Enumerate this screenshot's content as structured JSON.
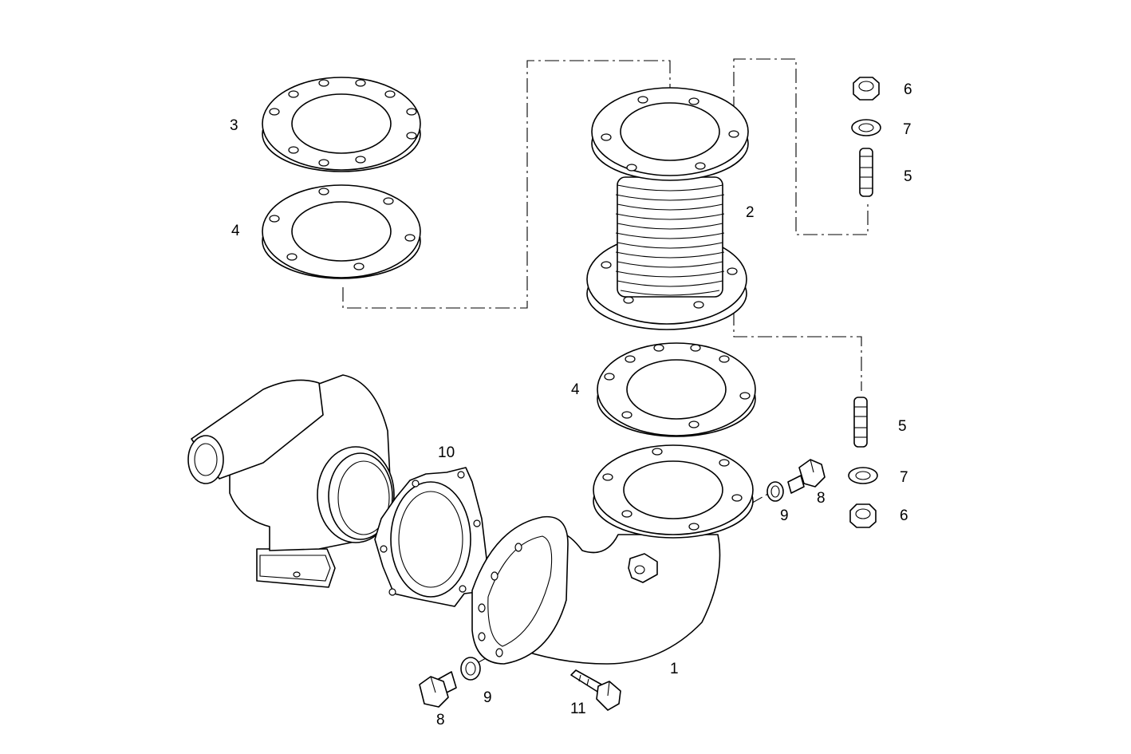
{
  "diagram": {
    "type": "exploded-parts-view",
    "callouts": {
      "c1": "1",
      "c2": "2",
      "c3": "3",
      "c4a": "4",
      "c4b": "4",
      "c5a": "5",
      "c5b": "5",
      "c6a": "6",
      "c6b": "6",
      "c7a": "7",
      "c7b": "7",
      "c8a": "8",
      "c8b": "8",
      "c9a": "9",
      "c9b": "9",
      "c10": "10",
      "c11": "11"
    }
  }
}
